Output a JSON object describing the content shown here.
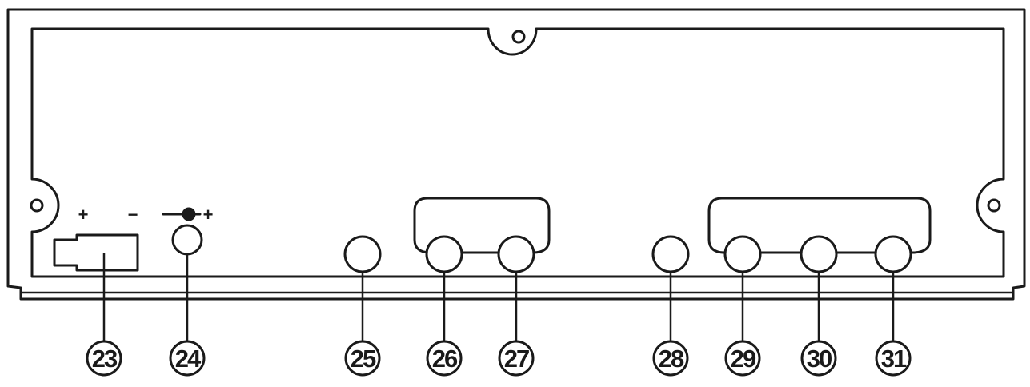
{
  "panel": {
    "power_terminal": {
      "plus_label": "+",
      "minus_label": "−"
    },
    "dc_jack": {
      "plus_label": "+"
    }
  },
  "callouts": [
    {
      "number": "23"
    },
    {
      "number": "24"
    },
    {
      "number": "25"
    },
    {
      "number": "26"
    },
    {
      "number": "27"
    },
    {
      "number": "28"
    },
    {
      "number": "29"
    },
    {
      "number": "30"
    },
    {
      "number": "31"
    }
  ]
}
